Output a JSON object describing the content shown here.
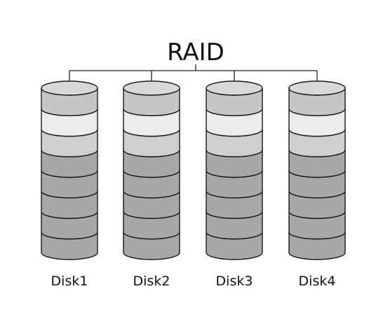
{
  "diagram": {
    "title": "RAID",
    "disks": [
      {
        "label": "Disk1",
        "segment_count": 8
      },
      {
        "label": "Disk2",
        "segment_count": 8
      },
      {
        "label": "Disk3",
        "segment_count": 8
      },
      {
        "label": "Disk4",
        "segment_count": 8
      }
    ],
    "colors": {
      "top_face": "#d9d9d9",
      "segment_band_1": "#c6c6c6",
      "segment_band_2": "#ececec",
      "segment_band_3": "#cfcfcf",
      "segment_band_other": "#a8a8a8",
      "outline": "#1a1a1a",
      "connector": "#222222"
    }
  }
}
